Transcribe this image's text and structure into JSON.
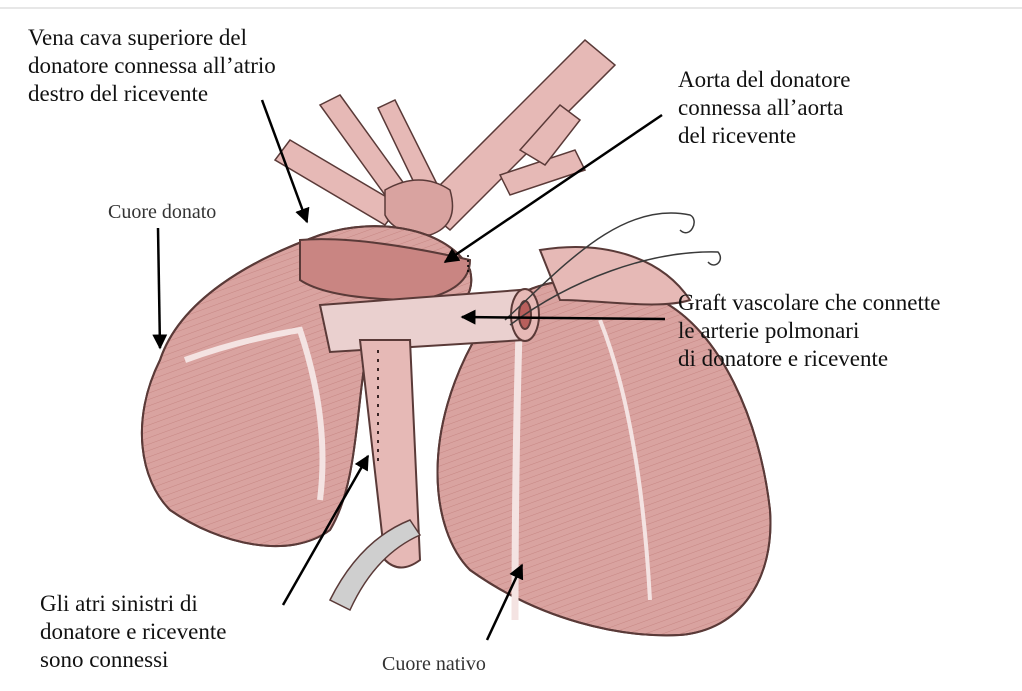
{
  "labels": {
    "vena_cava": [
      "Vena cava superiore del",
      "donatore connessa all’atrio",
      "destro del ricevente"
    ],
    "aorta": [
      "Aorta del donatore",
      "connessa all’aorta",
      "del ricevente"
    ],
    "cuore_donato": "Cuore donato",
    "graft": [
      "Graft vascolare che connette",
      "le arterie polmonari",
      "di donatore e ricevente"
    ],
    "atri": [
      "Gli atri sinistri di",
      "donatore e ricevente",
      "sono connessi"
    ],
    "cuore_nativo": "Cuore nativo"
  },
  "colors": {
    "muscle": "#d9a3a0",
    "muscle_dark": "#b85f5c",
    "vessel": "#e6b9b6",
    "outline": "#5a3a38",
    "arrow": "#000000"
  }
}
